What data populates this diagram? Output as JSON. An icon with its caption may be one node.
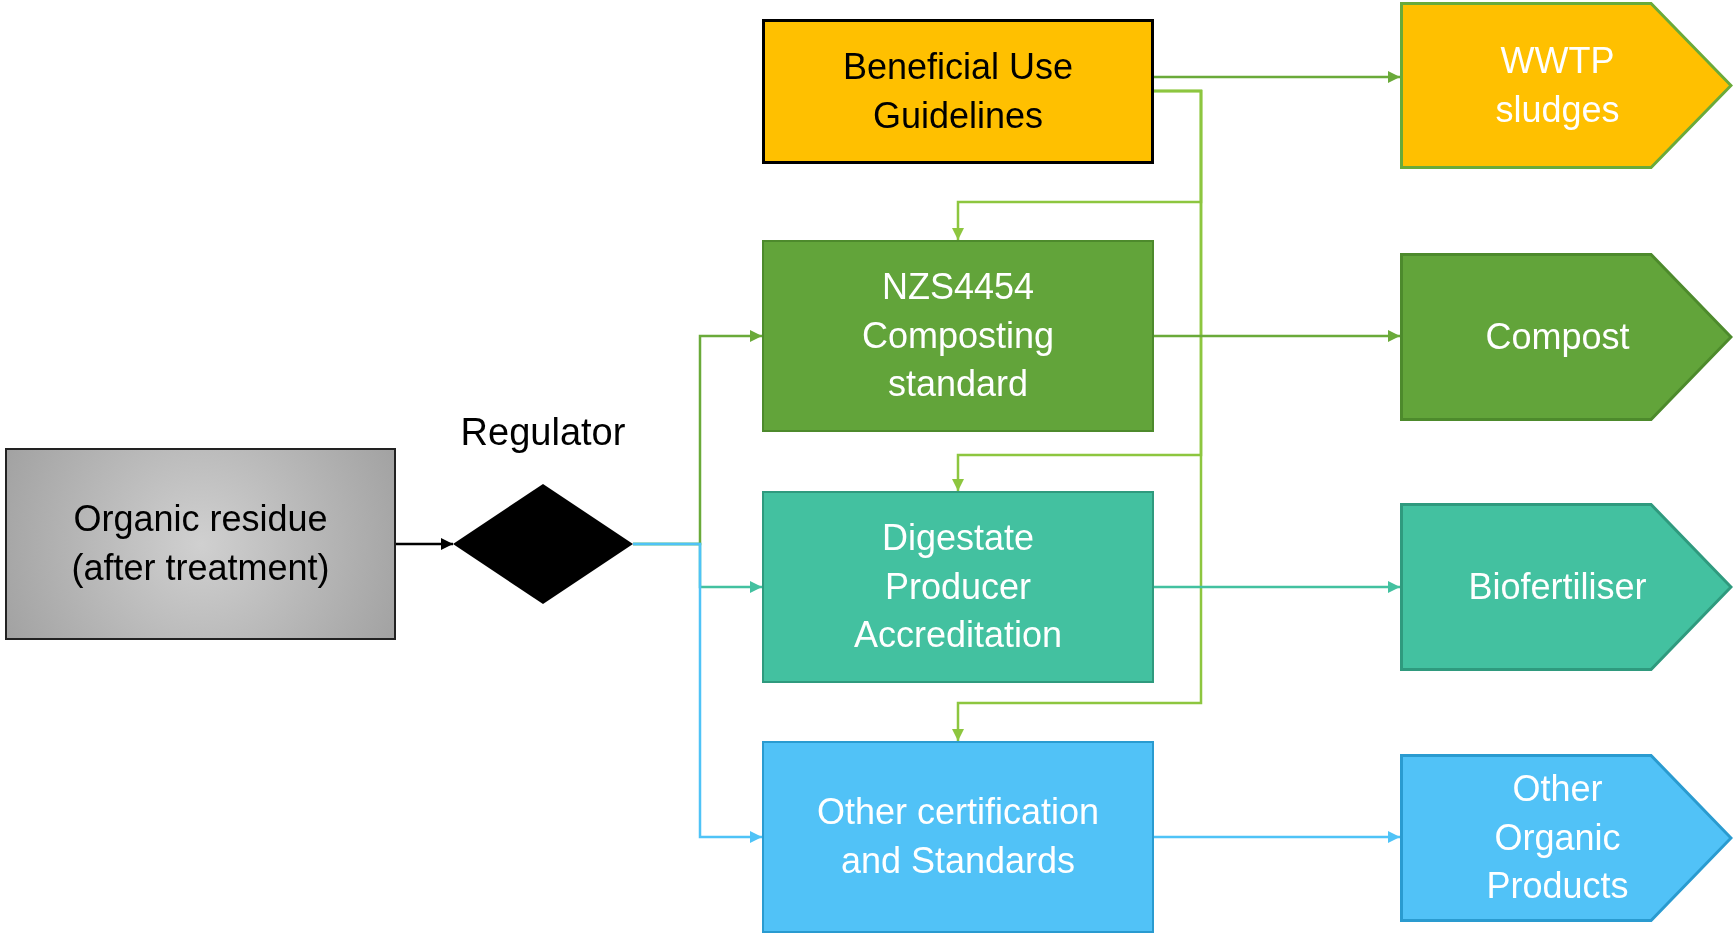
{
  "diagram": {
    "nodes": [
      {
        "text": [
          "Organic residue (after treatment)"
        ]
      },
      {
        "text": [],
        "shape": "diamond",
        "beside": [
          "Regulator"
        ]
      },
      {
        "text": [
          "Beneficial Use Guidelines"
        ]
      },
      {
        "text": [
          "WWTP sludges"
        ]
      },
      {
        "text": [
          "NZS4454 Composting standard"
        ]
      },
      {
        "text": [
          "Compost"
        ]
      },
      {
        "text": [
          "Digestate Producer Accreditation"
        ]
      },
      {
        "text": [
          "Biofertiliser"
        ]
      },
      {
        "text": [
          "Other certification and Standards"
        ]
      },
      {
        "text": [
          "Other Organic Products"
        ]
      }
    ],
    "edges": [
      {
        "from": 0,
        "to": 1,
        "arrow": "to",
        "color": "#000000"
      },
      {
        "from": 1,
        "to": 4,
        "arrow": "to",
        "color": "#6aaa3a"
      },
      {
        "from": 1,
        "to": 6,
        "arrow": "to",
        "color": "#43c1a0"
      },
      {
        "from": 1,
        "to": 8,
        "arrow": "to",
        "color": "#4fc3f7"
      },
      {
        "from": 2,
        "to": 3,
        "arrow": "to",
        "color": "#6aaa3a"
      },
      {
        "from": 2,
        "to": 4,
        "arrow": "to",
        "color": "#8dc63f"
      },
      {
        "from": 2,
        "to": 6,
        "arrow": "to",
        "color": "#8dc63f"
      },
      {
        "from": 2,
        "to": 8,
        "arrow": "to",
        "color": "#8dc63f"
      },
      {
        "from": 4,
        "to": 5,
        "arrow": "to",
        "color": "#6aaa3a"
      },
      {
        "from": 6,
        "to": 7,
        "arrow": "to",
        "color": "#43c1a0"
      },
      {
        "from": 8,
        "to": 9,
        "arrow": "to",
        "color": "#4fc3f7"
      }
    ]
  }
}
